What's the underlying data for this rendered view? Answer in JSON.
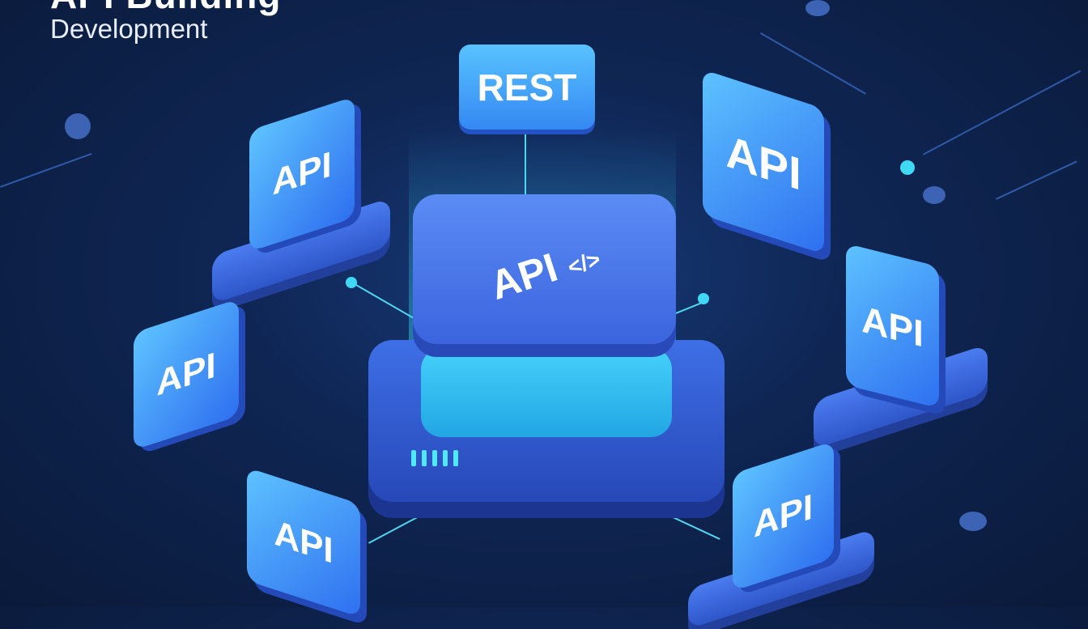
{
  "header": {
    "title": "API Building",
    "subtitle": "Development"
  },
  "top_card": {
    "label": "REST"
  },
  "central_platform": {
    "label": "API",
    "symbol": "</>"
  },
  "api_cards": [
    {
      "label": "API"
    },
    {
      "label": "API"
    },
    {
      "label": "API"
    },
    {
      "label": "API"
    },
    {
      "label": "API"
    },
    {
      "label": "API"
    }
  ],
  "colors": {
    "background": "#0f2654",
    "accent": "#3fd9f5",
    "card": "#3a86f0"
  }
}
